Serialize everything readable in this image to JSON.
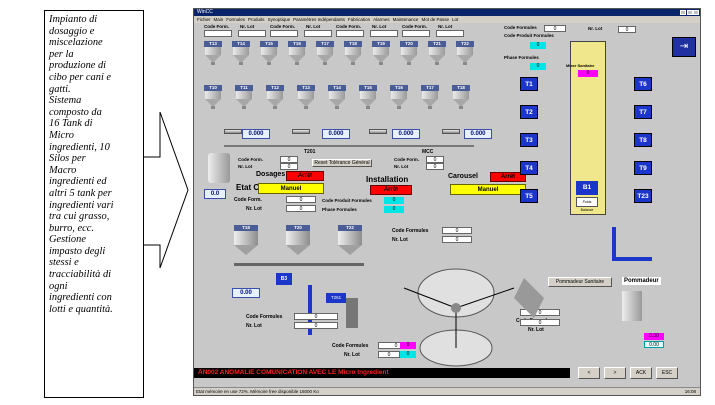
{
  "caption": {
    "text": "Impianto di\ndosaggio e\nmiscelazione\nper la\nproduzione di\ncibo per cani e\ngatti.\nSistema\ncomposto da\n16 Tank di\nMicro\ningredienti, 10\nSilos per\nMacro\ningredienti ed\naltri 5 tank per\ningredienti vari\ntra cui grasso,\nburro, ecc.\nGestione\nimpasto degli\nstessi e\ntracciabilità di\nogni\ningredienti con\nlotti e quantità."
  },
  "window": {
    "title": "WinCC",
    "menu": [
      "Fichier",
      "Main",
      "Formules",
      "Produits",
      "Synoptique",
      "Paramètres Indépendants",
      "Fabrication",
      "Alarmes",
      "Maintenance",
      "Mot de Passe",
      "Lot"
    ]
  },
  "header_fields": {
    "code_label": "Code Form.",
    "lot_label": "Nr. Lot",
    "code_formules_label": "Code Formules",
    "code_formules_value": "0",
    "nr_lot_label": "Nr. Lot",
    "nr_lot_value": "0",
    "code_produit_label": "Code Produit Formules",
    "code_produit_value": "0",
    "phase_formules_label": "Phase Formules",
    "phase_formules_value": "0"
  },
  "micro_tanks_row1": [
    "T13",
    "T14",
    "T15",
    "T16",
    "T17",
    "T18",
    "T19",
    "T20",
    "T21",
    "T22"
  ],
  "micro_tanks_row2": [
    "T10",
    "T11",
    "T12",
    "T13",
    "T14",
    "T15",
    "T16",
    "T17",
    "T18"
  ],
  "scale_values": [
    "0.000",
    "0.000",
    "0.000",
    "0.000"
  ],
  "mixer": {
    "t201_label": "T201",
    "mcc_label": "MCC",
    "weight_value": "0.0",
    "code_form_label": "Code Form.",
    "code_form_value": "0",
    "nr_lot_label": "Nr. Lot",
    "nr_lot_value": "0",
    "reset_button": "Reset Tolérance Général"
  },
  "etat_cycle": {
    "title": "Etat Cycle",
    "code_form_label": "Code Form.",
    "code_form_value": "0",
    "nr_lot_label": "Nr. Lot",
    "nr_lot_value": "0",
    "code_produit_label": "Code Produit Formules",
    "code_produit_value": "0",
    "phase_label": "Phase Formules",
    "phase_value": "0"
  },
  "dosages": {
    "title": "Dosages",
    "state": "Arrêt",
    "mode": "Manuel"
  },
  "installation": {
    "title": "Installation",
    "state": "Arrêt"
  },
  "carousel": {
    "title": "Carousel",
    "state": "Arrêt",
    "mode": "Manuel"
  },
  "macro_silos": [
    "T18",
    "T20",
    "T22"
  ],
  "silo_tags": [
    "B3",
    "T261",
    "0.00"
  ],
  "lower_fields": {
    "code_formules_label": "Code Formules",
    "nr_lot_label": "Nr. Lot",
    "a_code": "0",
    "a_lot": "0",
    "b_code": "0",
    "b_lot": "0",
    "c_code": "0",
    "c_lot": "0",
    "d_code": "0",
    "d_lot": "0",
    "magenta_value": "0",
    "cyan_value": "0"
  },
  "right_tanks_left": [
    "T1",
    "T2",
    "T3",
    "T4",
    "T5"
  ],
  "right_tanks_right": [
    "T6",
    "T7",
    "T8",
    "T9",
    "T23"
  ],
  "big_mixer": {
    "label": "Mixer Sanitaire",
    "tag": "B1",
    "sub": "Poids Balance"
  },
  "pommadeur": {
    "button": "Pommadeur Sanitaire",
    "title": "Pommadeur",
    "value1": "0.00",
    "value2": "0.00"
  },
  "footer": {
    "alarm": "AN002 ANOMALIE COMUNICATION AVEC LE Micro Ingredient",
    "nav_back": "<",
    "nav_fwd": ">",
    "ack": "ACK",
    "esc": "ESC",
    "status": "Etat mémoire en use 72%. Mémoire free disponible 16000 Ko",
    "clock": "16:08"
  }
}
